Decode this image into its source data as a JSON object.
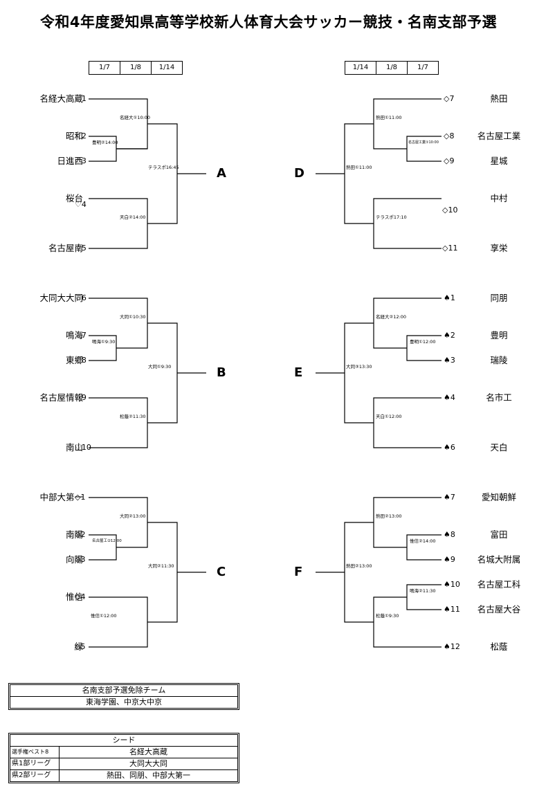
{
  "title": "令和4年度愛知県高等学校新人体育大会サッカー競技・名南支部予選",
  "dates_left": [
    "1/7",
    "1/8",
    "1/14"
  ],
  "dates_right": [
    "1/14",
    "1/8",
    "1/7"
  ],
  "blocks": {
    "A": {
      "label": "A",
      "teams": [
        {
          "name": "名経大高蔵",
          "num": "♡1"
        },
        {
          "name": "昭和",
          "num": "♡2"
        },
        {
          "name": "日進西",
          "num": "♡3"
        },
        {
          "name": "桜台",
          "num": "♡4"
        },
        {
          "name": "名古屋南",
          "num": "♡5"
        }
      ],
      "matches": [
        "豊明②14:00",
        "名経大①10:00",
        "天白②14:00",
        "テラスポ16:45"
      ]
    },
    "B": {
      "label": "B",
      "teams": [
        {
          "name": "大同大大同",
          "num": "♡6"
        },
        {
          "name": "鳴海",
          "num": "♡7"
        },
        {
          "name": "東郷",
          "num": "♡8"
        },
        {
          "name": "名古屋情報",
          "num": "♡9"
        },
        {
          "name": "南山",
          "num": "♡10"
        }
      ],
      "matches": [
        "鳴海①9:30",
        "大同①10:30",
        "松蔭②11:30",
        "大同①9:30"
      ]
    },
    "C": {
      "label": "C",
      "teams": [
        {
          "name": "中部大第一",
          "num": "◇1"
        },
        {
          "name": "南陽",
          "num": "◇2"
        },
        {
          "name": "向陽",
          "num": "◇3"
        },
        {
          "name": "惟信",
          "num": "◇4"
        },
        {
          "name": "緑",
          "num": "◇5"
        }
      ],
      "matches": [
        "名古屋工②12:00",
        "大同②13:00",
        "惟信①12:00",
        "大同②11:30"
      ]
    },
    "D": {
      "label": "D",
      "teams": [
        {
          "name": "熱田",
          "num": "◇7"
        },
        {
          "name": "名古屋工業",
          "num": "◇8"
        },
        {
          "name": "星城",
          "num": "◇9"
        },
        {
          "name": "中村",
          "num": "◇10"
        },
        {
          "name": "享栄",
          "num": "◇11"
        }
      ],
      "matches": [
        "名古屋工業①10:00",
        "熱田①11:00",
        "テラスポ17:10",
        "熱田①11:00"
      ]
    },
    "E": {
      "label": "E",
      "teams": [
        {
          "name": "同朋",
          "num": "♠1"
        },
        {
          "name": "豊明",
          "num": "♠2"
        },
        {
          "name": "瑞陵",
          "num": "♠3"
        },
        {
          "name": "名市工",
          "num": "♠4"
        },
        {
          "name": "天白",
          "num": "♠6"
        }
      ],
      "matches": [
        "豊明①12:00",
        "名経大②12:00",
        "天白①12:00",
        "大同③13:30"
      ]
    },
    "F": {
      "label": "F",
      "teams": [
        {
          "name": "愛知朝鮮",
          "num": "♠7"
        },
        {
          "name": "富田",
          "num": "♠8"
        },
        {
          "name": "名城大附属",
          "num": "♠9"
        },
        {
          "name": "名古屋工科",
          "num": "♠10"
        },
        {
          "name": "名古屋大谷",
          "num": "♠11"
        },
        {
          "name": "松蔭",
          "num": "♠12"
        }
      ],
      "matches": [
        "惟信②14:00",
        "熱田②13:00",
        "鳴海②11:30",
        "松蔭①9:30",
        "熱田②13:00"
      ]
    }
  },
  "exempt": {
    "heading": "名南支部予選免除チーム",
    "teams": "東海学園、中京大中京"
  },
  "seed": {
    "heading": "シード",
    "rows": [
      {
        "key": "選手権ベスト8",
        "value": "名経大高蔵"
      },
      {
        "key": "県1部リーグ",
        "value": "大同大大同"
      },
      {
        "key": "県2部リーグ",
        "value": "熱田、同朋、中部大第一"
      }
    ]
  }
}
